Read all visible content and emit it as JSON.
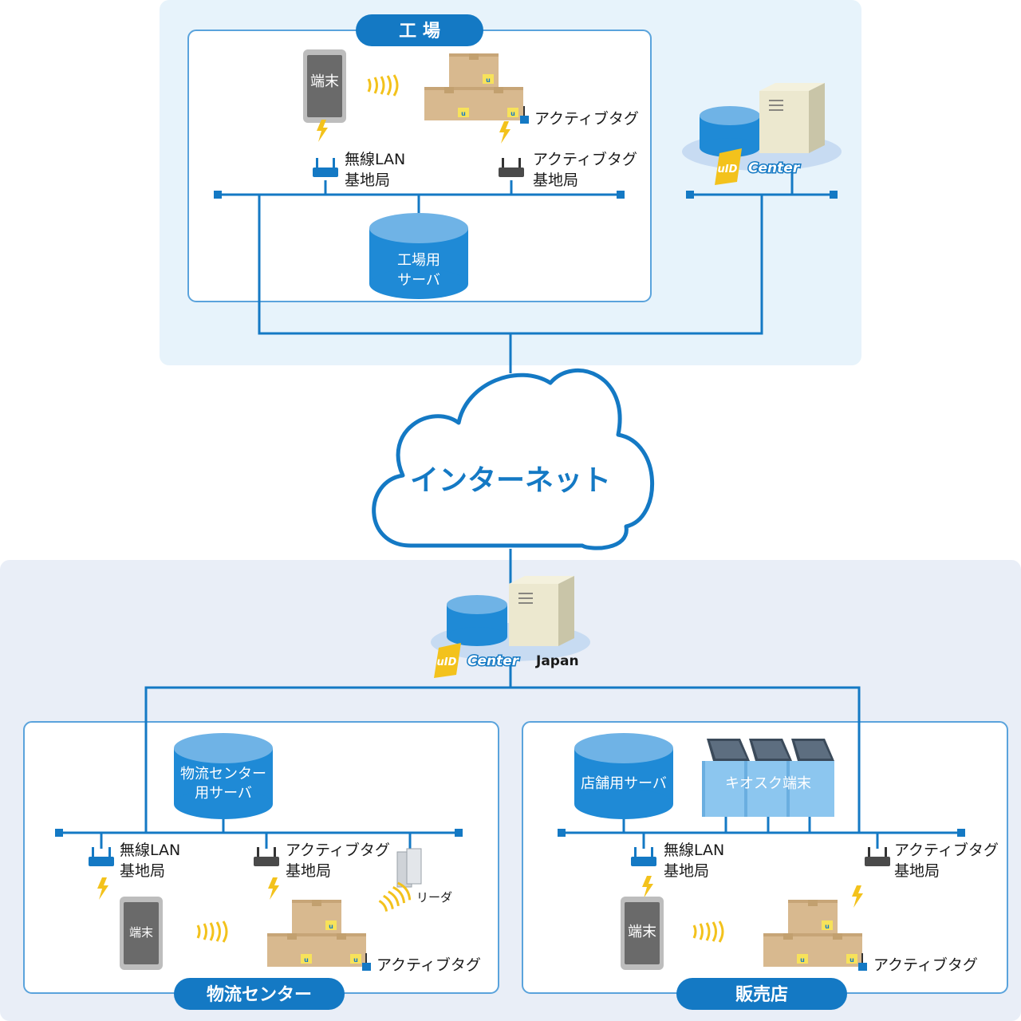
{
  "zones": {
    "factory": "工 場",
    "logistics": "物流センター",
    "store": "販売店"
  },
  "cloud": "インターネット",
  "uid_center": {
    "logo_mark": "uID",
    "logo_word": "Center",
    "japan": "Japan"
  },
  "devices": {
    "terminal": "端末",
    "active_tag": "アクティブタグ",
    "wlan_line1": "無線LAN",
    "tag_base_line1": "アクティブタグ",
    "base_station": "基地局",
    "reader": "リーダ"
  },
  "servers": {
    "factory_line1": "工場用",
    "factory_line2": "サーバ",
    "logistics_line1": "物流センター",
    "logistics_line2": "用サーバ",
    "store": "店舗用サーバ",
    "kiosk": "キオスク端末"
  },
  "colors": {
    "accent_blue": "#1479c4",
    "db_blue": "#1f8ad6",
    "factory_bg": "#e7f3fb",
    "bottom_bg": "#e9eef7",
    "box_tan": "#d8b98f",
    "lightning": "#f3c21c"
  }
}
